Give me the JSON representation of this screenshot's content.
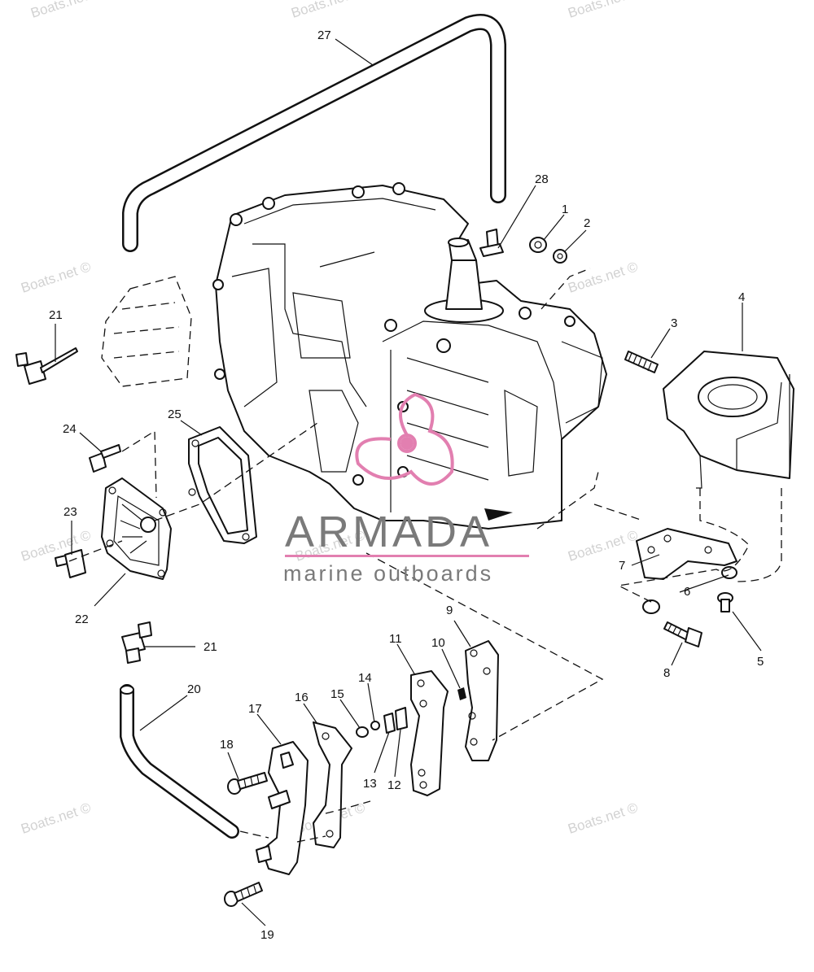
{
  "diagram": {
    "callouts": [
      {
        "id": "c27",
        "label": "27"
      },
      {
        "id": "c28",
        "label": "28"
      },
      {
        "id": "c1",
        "label": "1"
      },
      {
        "id": "c2",
        "label": "2"
      },
      {
        "id": "c3",
        "label": "3"
      },
      {
        "id": "c4",
        "label": "4"
      },
      {
        "id": "c21a",
        "label": "21"
      },
      {
        "id": "c24",
        "label": "24"
      },
      {
        "id": "c25",
        "label": "25"
      },
      {
        "id": "c23",
        "label": "23"
      },
      {
        "id": "c22",
        "label": "22"
      },
      {
        "id": "c7",
        "label": "7"
      },
      {
        "id": "c6",
        "label": "6"
      },
      {
        "id": "c5",
        "label": "5"
      },
      {
        "id": "c8",
        "label": "8"
      },
      {
        "id": "c9",
        "label": "9"
      },
      {
        "id": "c10",
        "label": "10"
      },
      {
        "id": "c11",
        "label": "11"
      },
      {
        "id": "c14",
        "label": "14"
      },
      {
        "id": "c15",
        "label": "15"
      },
      {
        "id": "c16",
        "label": "16"
      },
      {
        "id": "c17",
        "label": "17"
      },
      {
        "id": "c18",
        "label": "18"
      },
      {
        "id": "c13",
        "label": "13"
      },
      {
        "id": "c12",
        "label": "12"
      },
      {
        "id": "c21b",
        "label": "21"
      },
      {
        "id": "c20",
        "label": "20"
      },
      {
        "id": "c19",
        "label": "19"
      }
    ]
  },
  "watermarks": {
    "boats_net": "Boats.net ©"
  },
  "brand": {
    "name": "ARMADA",
    "tagline": "marine outboards",
    "logo_color": "#e27fb0"
  }
}
